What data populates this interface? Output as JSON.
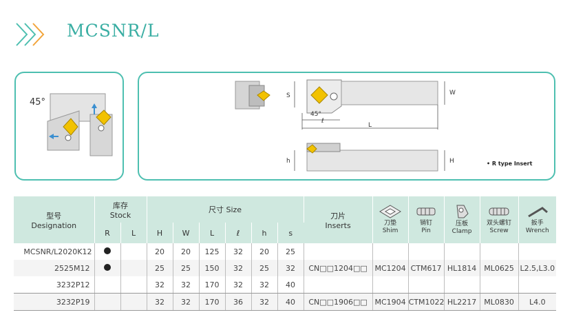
{
  "header": {
    "title": "MCSNR/L"
  },
  "illustration": {
    "angle_label": "45°",
    "dim_labels": {
      "s": "S",
      "w": "W",
      "l": "L",
      "ell": "ℓ",
      "h1": "h",
      "h2": "H",
      "angle": "45°"
    },
    "note": "• R type Insert"
  },
  "table": {
    "headers": {
      "designation_cn": "型号",
      "designation_en": "Designation",
      "stock_cn": "库存",
      "stock_en": "Stock",
      "size_label": "尺寸 Size",
      "inserts_cn": "刀片",
      "inserts_en": "Inserts",
      "shim_cn": "刀垫",
      "shim_en": "Shim",
      "pin_cn": "销钉",
      "pin_en": "Pin",
      "clamp_cn": "压板",
      "clamp_en": "Clamp",
      "screw_cn": "双头螺钉",
      "screw_en": "Screw",
      "wrench_cn": "扳手",
      "wrench_en": "Wrench",
      "stock_cols": [
        "R",
        "L"
      ],
      "size_cols": [
        "H",
        "W",
        "L",
        "ℓ",
        "h",
        "s"
      ]
    },
    "rows": [
      {
        "designation": "MCSNR/L2020K12",
        "r": true,
        "l": false,
        "H": "20",
        "W": "20",
        "L": "125",
        "ell": "32",
        "h": "20",
        "s": "25",
        "inserts": "",
        "shim": "",
        "pin": "",
        "clamp": "",
        "screw": "",
        "wrench": ""
      },
      {
        "designation": "2525M12",
        "r": true,
        "l": false,
        "H": "25",
        "W": "25",
        "L": "150",
        "ell": "32",
        "h": "25",
        "s": "32",
        "inserts": "CN□□1204□□",
        "shim": "MC1204",
        "pin": "CTM617",
        "clamp": "HL1814",
        "screw": "ML0625",
        "wrench": "L2.5,L3.0"
      },
      {
        "designation": "3232P12",
        "r": false,
        "l": false,
        "H": "32",
        "W": "32",
        "L": "170",
        "ell": "32",
        "h": "32",
        "s": "40",
        "inserts": "",
        "shim": "",
        "pin": "",
        "clamp": "",
        "screw": "",
        "wrench": ""
      },
      {
        "designation": "3232P19",
        "r": false,
        "l": false,
        "H": "32",
        "W": "32",
        "L": "170",
        "ell": "36",
        "h": "32",
        "s": "40",
        "inserts": "CN□□1906□□",
        "shim": "MC1904",
        "pin": "CTM1022",
        "clamp": "HL2217",
        "screw": "ML0830",
        "wrench": "L4.0"
      }
    ]
  }
}
